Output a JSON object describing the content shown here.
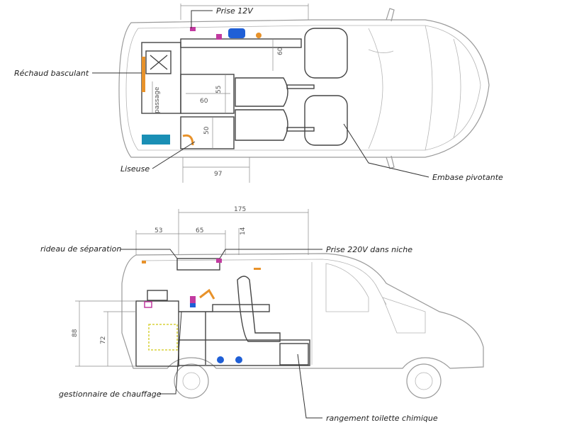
{
  "top_view": {
    "labels": {
      "prise_12v": "Prise 12V",
      "rechaud": "Réchaud basculant",
      "liseuse": "Liseuse",
      "embase": "Embase pivotante",
      "passage": "passage"
    },
    "dims": {
      "d60a": "60",
      "d60b": "60",
      "d55": "55",
      "d50": "50",
      "d97": "97"
    }
  },
  "side_view": {
    "labels": {
      "rideau": "rideau de séparation",
      "prise_220v": "Prise 220V dans niche",
      "gestionnaire": "gestionnaire de chauffage",
      "rangement": "rangement toilette chimique"
    },
    "dims": {
      "d175": "175",
      "d53": "53",
      "d65": "65",
      "d14": "14",
      "d88": "88",
      "d72": "72"
    }
  },
  "colors": {
    "outline": "#9a9a9a",
    "furniture": "#444444",
    "accent_orange": "#e8922a",
    "accent_blue": "#1f5fd6",
    "accent_cyan": "#1a8fb5",
    "accent_magenta": "#c23aa0",
    "accent_yellow": "#d8d23a"
  }
}
